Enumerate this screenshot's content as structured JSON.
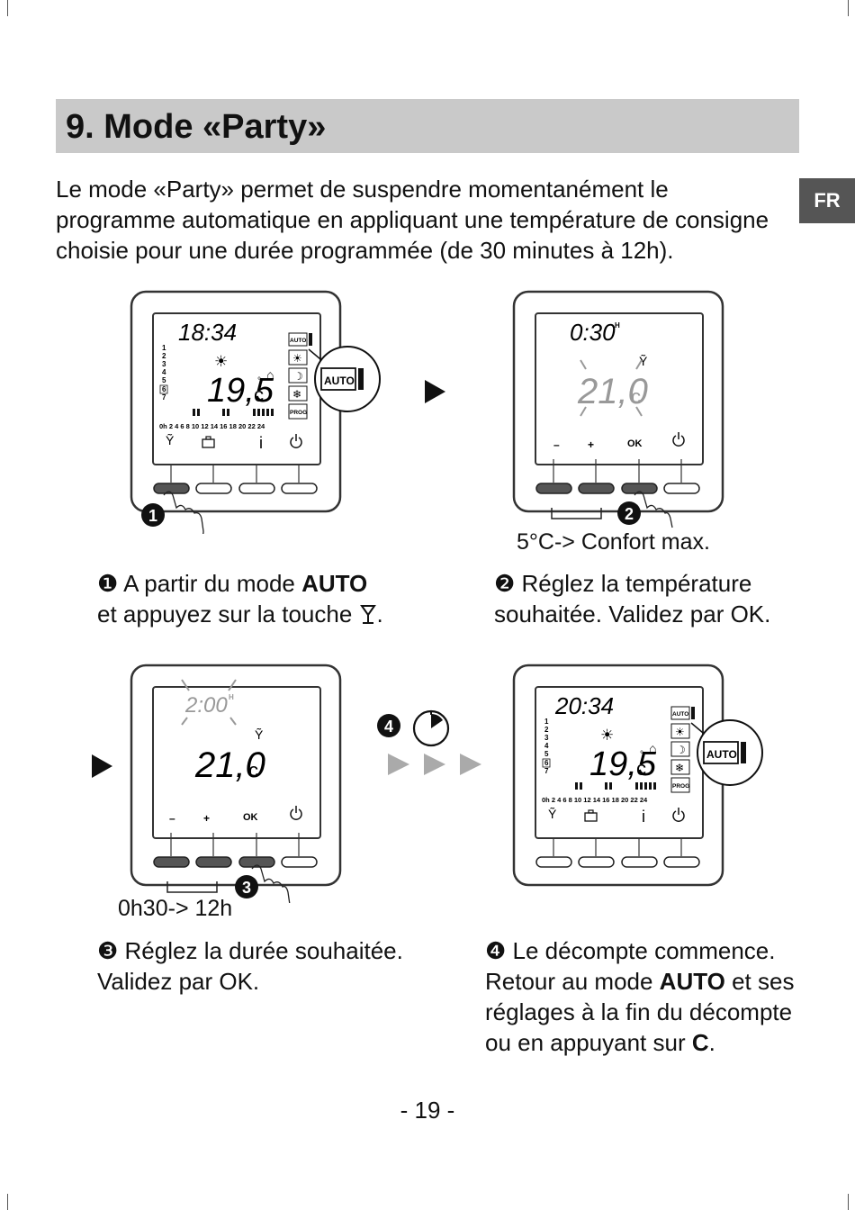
{
  "section_title": "9. Mode «Party»",
  "lang_tab": "FR",
  "intro": "Le mode «Party» permet de suspendre momentanément le programme automatique en appliquant une température de consigne choisie pour une durée programmée (de 30 minutes à 12h).",
  "display": {
    "screen1_time": "18:34",
    "screen1_temp": "19,5",
    "screen2_time": "0:30",
    "screen2_temp": "21,0",
    "screen3_time": "2:00",
    "screen3_temp": "21,0",
    "screen4_time": "20:34",
    "screen4_temp": "19,5",
    "unit": "c",
    "hour_suffix": "H",
    "days": [
      "1",
      "2",
      "3",
      "4",
      "5",
      "6",
      "7"
    ],
    "hours_axis": "0h 2  4  6  8  10 12 14 16 18 20 22 24",
    "auto": "AUTO",
    "prog": "PROG",
    "minus": "–",
    "plus": "+",
    "ok": "OK",
    "info": "i"
  },
  "markers": {
    "m1": "1",
    "m2": "2",
    "m3": "3",
    "m4": "4"
  },
  "ranges": {
    "temp_range": "5°C-> Confort max.",
    "duration_range": "0h30-> 12h"
  },
  "steps": {
    "s1_pre": "❶ A partir du mode ",
    "s1_bold": "AUTO",
    "s1_post": "et appuyez sur la touche",
    "s1_end": ".",
    "s2": "❷ Réglez la température souhaitée. Validez par OK.",
    "s3": "❸ Réglez la durée souhaitée. Validez par OK.",
    "s4_pre": "❹ Le décompte commence. Retour au mode ",
    "s4_bold": "AUTO",
    "s4_mid": " et ses réglages à la fin du décompte ou en appuyant sur ",
    "s4_bold2": "C",
    "s4_end": "."
  },
  "page_number": "- 19 -"
}
